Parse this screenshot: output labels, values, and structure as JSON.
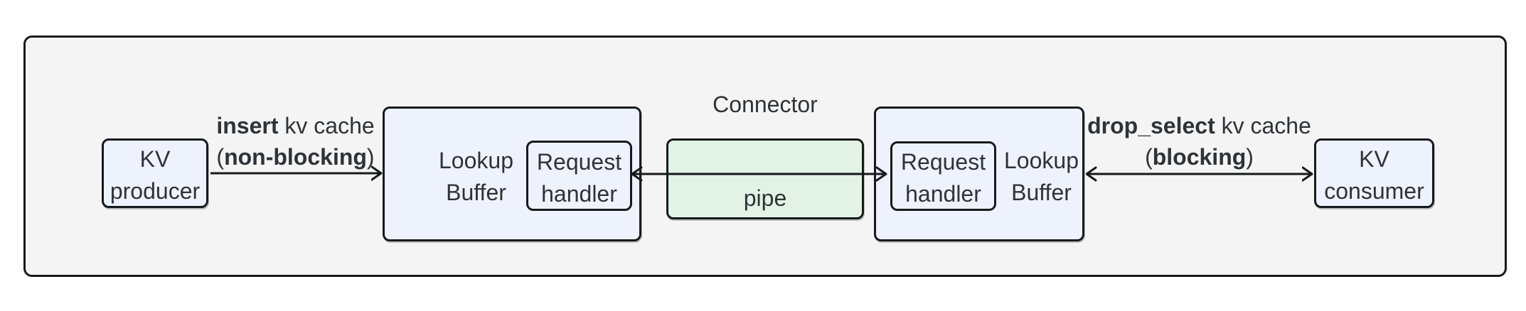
{
  "title": "Connector",
  "colors": {
    "background": "#ffffff",
    "container_fill": "#f4f4f4",
    "node_fill": "#eef2fc",
    "pipe_fill": "#e2f3e6",
    "border": "#17191c",
    "text": "#2e3338"
  },
  "nodes": {
    "kv_producer": {
      "line1": "KV",
      "line2": "producer"
    },
    "lookup_buffer_left": {
      "line1": "Lookup",
      "line2": "Buffer"
    },
    "request_handler_left": {
      "line1": "Request",
      "line2": "handler"
    },
    "pipe": {
      "label": "pipe"
    },
    "request_handler_right": {
      "line1": "Request",
      "line2": "handler"
    },
    "lookup_buffer_right": {
      "line1": "Lookup",
      "line2": "Buffer"
    },
    "kv_consumer": {
      "line1": "KV",
      "line2": "consumer"
    }
  },
  "edges": {
    "insert": {
      "line1_bold": "insert",
      "line1_rest": " kv cache",
      "line2_open": "(",
      "line2_bold": "non-blocking",
      "line2_close": ")"
    },
    "drop_select": {
      "line1_bold": "drop_select",
      "line1_rest": " kv cache",
      "line2_open": "(",
      "line2_bold": "blocking",
      "line2_close": ")"
    }
  }
}
